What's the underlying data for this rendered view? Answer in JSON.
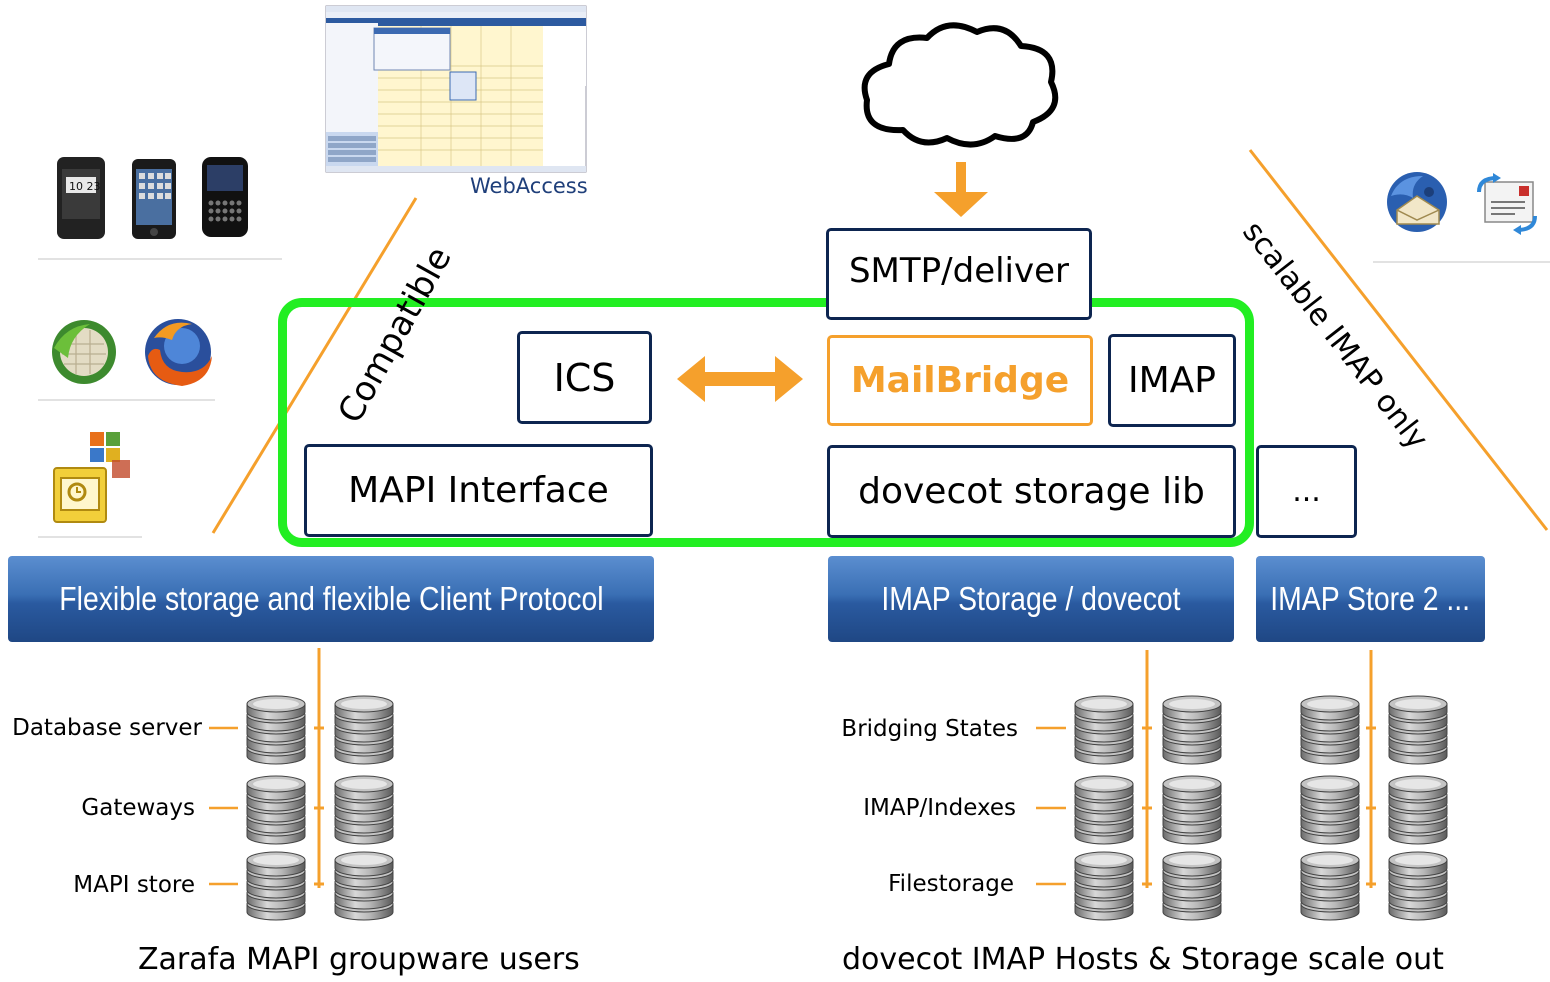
{
  "webaccess_caption": "WebAccess",
  "boxes": {
    "smtp": "SMTP/deliver",
    "ics": "ICS",
    "mailbridge": "MailBridge",
    "imap": "IMAP",
    "mapi": "MAPI Interface",
    "dovecot_lib": "dovecot storage lib",
    "ellipsis": "..."
  },
  "diagonal_labels": {
    "left": "Compatible",
    "right": "scalable IMAP only"
  },
  "bars": {
    "left": "Flexible storage and flexible Client Protocol",
    "middle": "IMAP Storage / dovecot",
    "right": "IMAP Store 2 ..."
  },
  "left_stack": {
    "labels": [
      "Database server",
      "Gateways",
      "MAPI store"
    ],
    "caption": "Zarafa MAPI groupware users"
  },
  "right_stack": {
    "labels": [
      "Bridging States",
      "IMAP/Indexes",
      "Filestorage"
    ],
    "caption": "dovecot IMAP Hosts & Storage scale out"
  },
  "colors": {
    "navy": "#0d2550",
    "orange": "#f5a02c",
    "green": "#22ee22",
    "bar_blue": "#2f63a8"
  }
}
